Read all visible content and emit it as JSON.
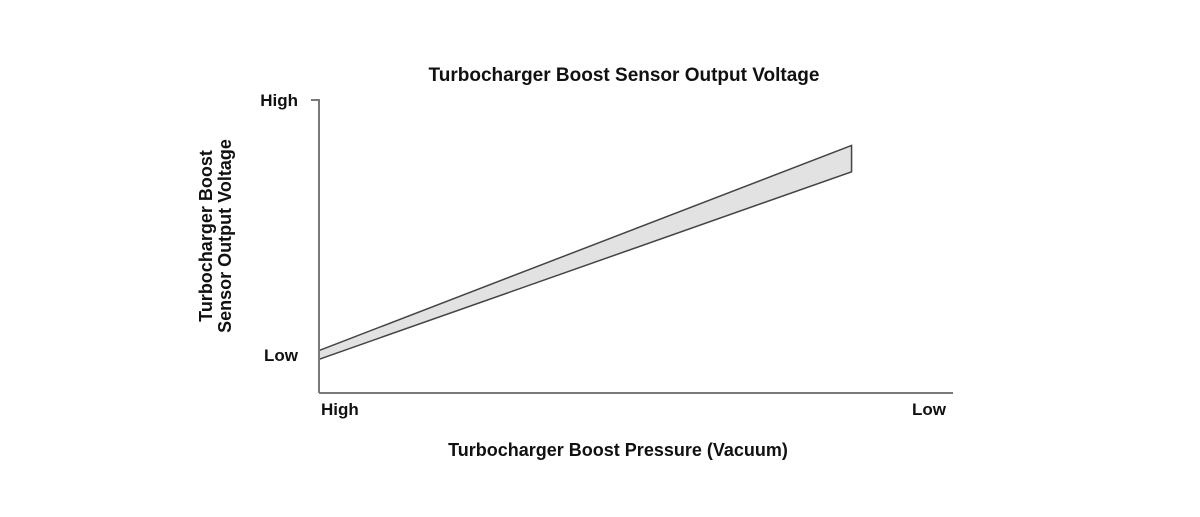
{
  "chart_data": {
    "type": "area",
    "title": "Turbocharger Boost Sensor Output Voltage",
    "xlabel": "Turbocharger Boost Pressure (Vacuum)",
    "ylabel_lines": [
      "Turbocharger Boost",
      "Sensor Output Voltage"
    ],
    "x_ticks": [
      {
        "label": "High",
        "value": 0
      },
      {
        "label": "Low",
        "value": 1
      }
    ],
    "y_ticks": [
      {
        "label": "Low",
        "value": 0.13
      },
      {
        "label": "High",
        "value": 1
      }
    ],
    "xlim": [
      0,
      1
    ],
    "ylim": [
      0,
      1
    ],
    "grid": false,
    "series": [
      {
        "x": [
          0,
          0.84
        ],
        "upper": [
          0.145,
          0.845
        ],
        "lower": [
          0.115,
          0.755
        ]
      }
    ],
    "colors": {
      "band_fill": "#e2e2e2",
      "band_stroke": "#444444",
      "axis": "#7a7a7a",
      "text": "#111111"
    }
  }
}
